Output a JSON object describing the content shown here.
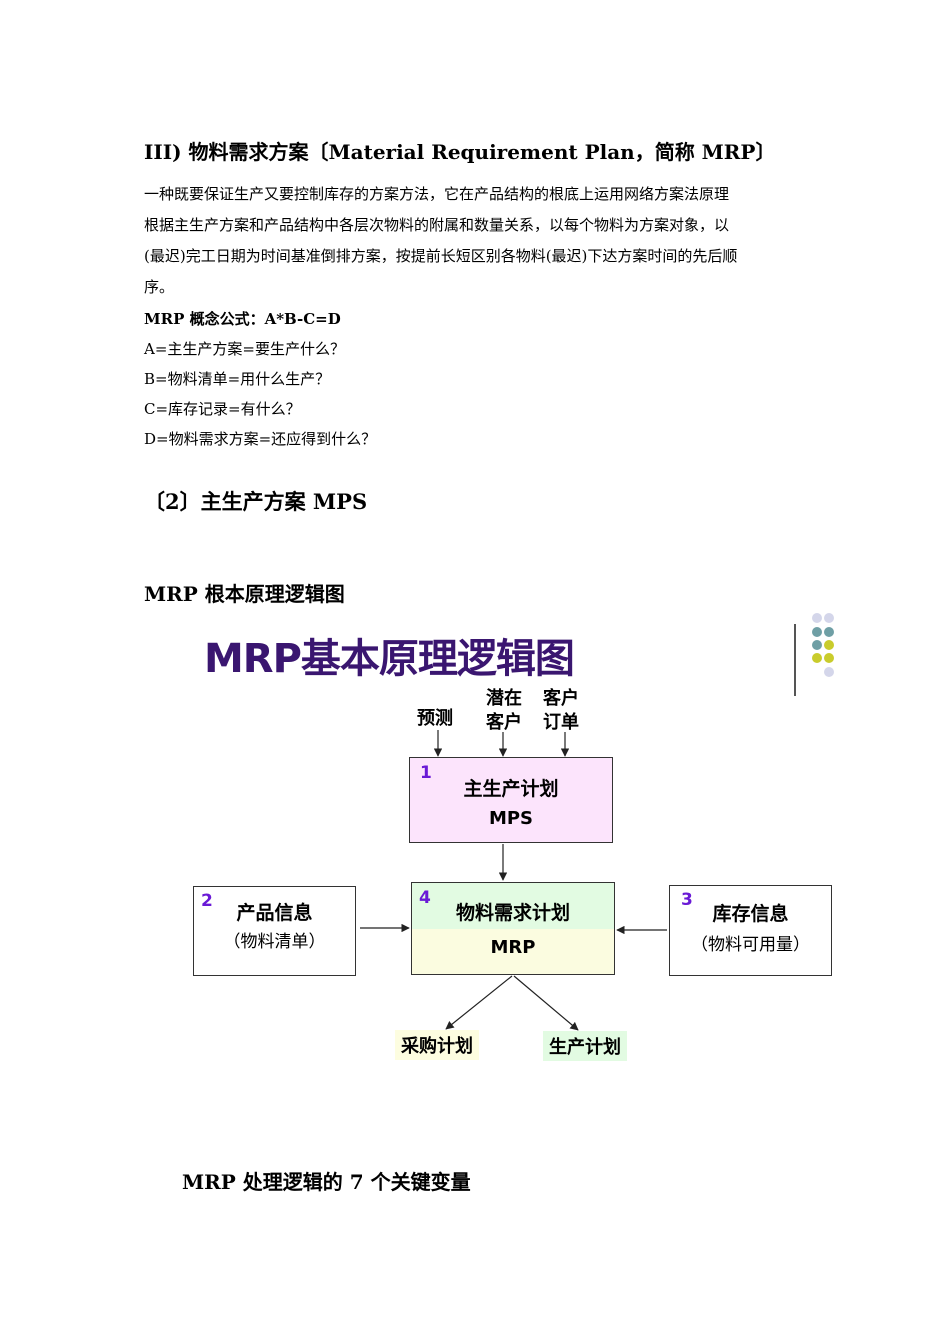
{
  "heading_mrp": "III) 物料需求方案〔Material Requirement Plan，简称 MRP〕",
  "intro_lines": [
    "一种既要保证生产又要控制库存的方案方法，它在产品结构的根底上运用网络方案法原理",
    "根据主生产方案和产品结构中各层次物料的附属和数量关系，以每个物料为方案对象，以",
    "(最迟)完工日期为时间基准倒排方案，按提前长短区别各物料(最迟)下达方案时间的先后顺",
    "序。"
  ],
  "formula_title": "MRP 概念公式：A*B-C=D",
  "formula_items": [
    "A=主生产方案=要生产什么？",
    "B=物料清单=用什么生产？",
    "C=库存记录=有什么？",
    "D=物料需求方案=还应得到什么？"
  ],
  "heading_mps": "〔2〕主生产方案 MPS",
  "heading_logic": "MRP 根本原理逻辑图",
  "diagram": {
    "title": "MRP基本原理逻辑图",
    "inputs": {
      "forecast": "预测",
      "potential_line1": "潜在",
      "potential_line2": "客户",
      "order_line1": "客户",
      "order_line2": "订单"
    },
    "mps_box": {
      "num": "1",
      "line1": "主生产计划",
      "line2": "MPS"
    },
    "product_box": {
      "num": "2",
      "line1": "产品信息",
      "line2": "（物料清单）"
    },
    "mrp_box": {
      "num": "4",
      "line1": "物料需求计划",
      "line2": "MRP"
    },
    "inventory_box": {
      "num": "3",
      "line1": "库存信息",
      "line2": "（物料可用量）"
    },
    "outputs": {
      "purchase": "采购计划",
      "production": "生产计划"
    },
    "colors": {
      "title": "#3a1670",
      "number": "#6a1ad6",
      "mps_fill": "#fce4fc",
      "mrp_top_fill": "#e2fbe2",
      "mrp_bottom_fill": "#fbfce0",
      "purchase_fill": "#fdfde0",
      "production_fill": "#e2fbe2",
      "dot_teal": "#6f9fa5",
      "dot_yellow": "#c9cc2c",
      "dot_lavender": "#d4d6ea"
    }
  },
  "heading_vars": "MRP 处理逻辑的 7 个关键变量"
}
